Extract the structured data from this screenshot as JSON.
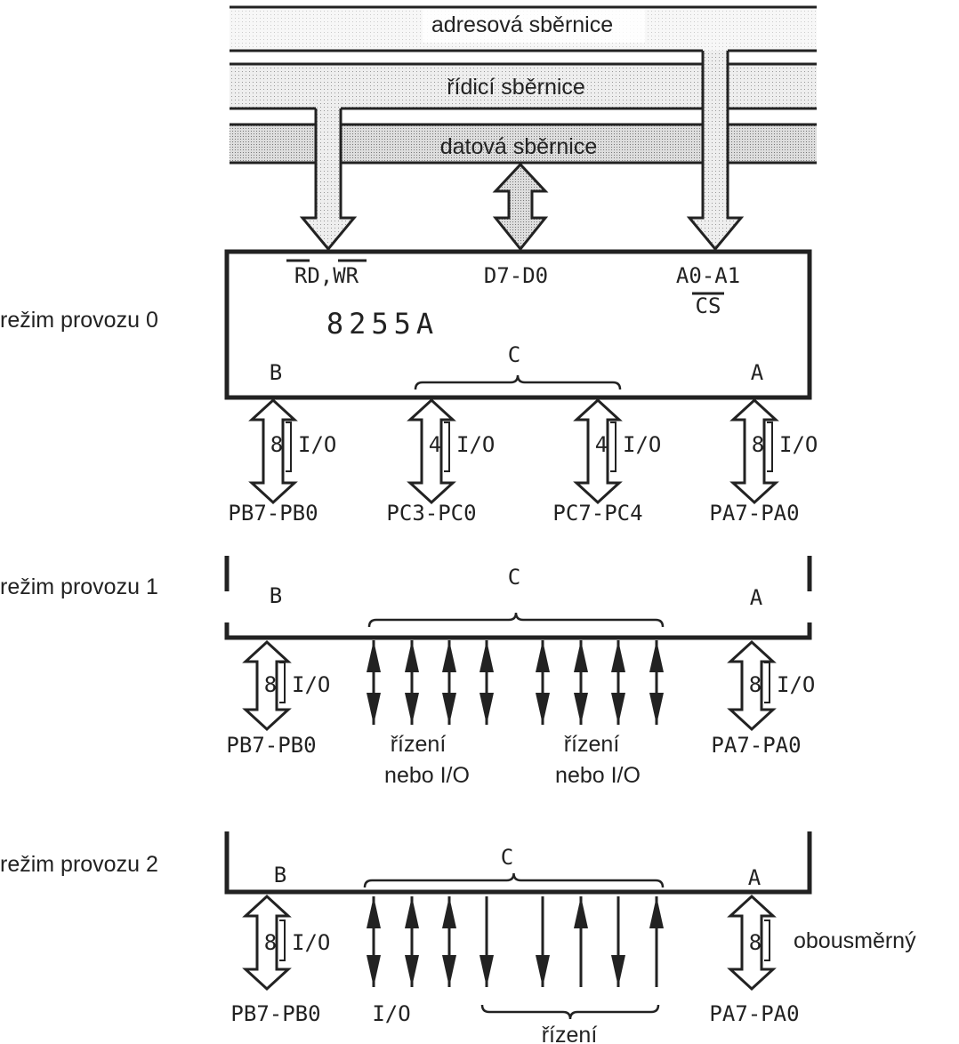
{
  "buses": {
    "address": "adresová sběrnice",
    "control": "řídicí sběrnice",
    "data": "datová sběrnice"
  },
  "chip": {
    "name": "8255A",
    "rdwr": "RD,WR",
    "data_pins": "D7-D0",
    "addr_pins": "A0-A1",
    "cs": "CS"
  },
  "ports": {
    "a": "A",
    "b": "B",
    "c": "C"
  },
  "modes": [
    {
      "label": "režim provozu 0",
      "widths": [
        "8",
        "4",
        "4",
        "8"
      ],
      "io": "I/O",
      "pins": [
        "PB7-PB0",
        "PC3-PC0",
        "PC7-PC4",
        "PA7-PA0"
      ]
    },
    {
      "label": "režim provozu 1",
      "widths": [
        "8",
        "8"
      ],
      "io": "I/O",
      "pins": [
        "PB7-PB0",
        "PA7-PA0"
      ],
      "c_groups": [
        "řízení",
        "nebo I/O",
        "řízení",
        "nebo I/O"
      ]
    },
    {
      "label": "režim provozu 2",
      "widths": [
        "8",
        "8"
      ],
      "io": "I/O",
      "a_note": "obousměrný",
      "pins": [
        "PB7-PB0",
        "I/O",
        "PA7-PA0"
      ],
      "c_note": "řízení"
    }
  ],
  "colors": {
    "ink": "#222222",
    "shade_light": "#e4e4e4",
    "shade_dark": "#cfcfcf"
  }
}
